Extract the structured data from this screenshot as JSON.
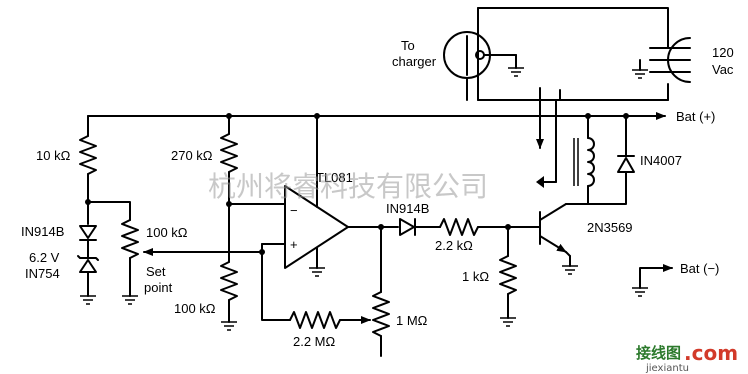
{
  "labels": {
    "to_charger_1": "To",
    "to_charger_2": "charger",
    "vac_1": "120",
    "vac_2": "Vac",
    "bat_pos": "Bat (+)",
    "bat_neg": "Bat (−)",
    "r_10k": "10 kΩ",
    "r_270k": "270 kΩ",
    "opamp": "TL081",
    "d_in4007": "IN4007",
    "d_in914b_1": "IN914B",
    "d_in914b_2": "IN914B",
    "zener_1": "6.2 V",
    "zener_2": "IN754",
    "pot_100k": "100 kΩ",
    "setpoint_1": "Set",
    "setpoint_2": "point",
    "r_2_2k": "2.2 kΩ",
    "transistor": "2N3569",
    "r_1k": "1 kΩ",
    "r_100k": "100 kΩ",
    "r_2_2m": "2.2 MΩ",
    "pot_1m": "1 MΩ",
    "minus": "−",
    "plus": "+"
  },
  "watermark": "杭州将睿科技有限公司",
  "logo": {
    "text_a": "接线图",
    "text_b": ".com",
    "sub": "jiexiantu"
  }
}
